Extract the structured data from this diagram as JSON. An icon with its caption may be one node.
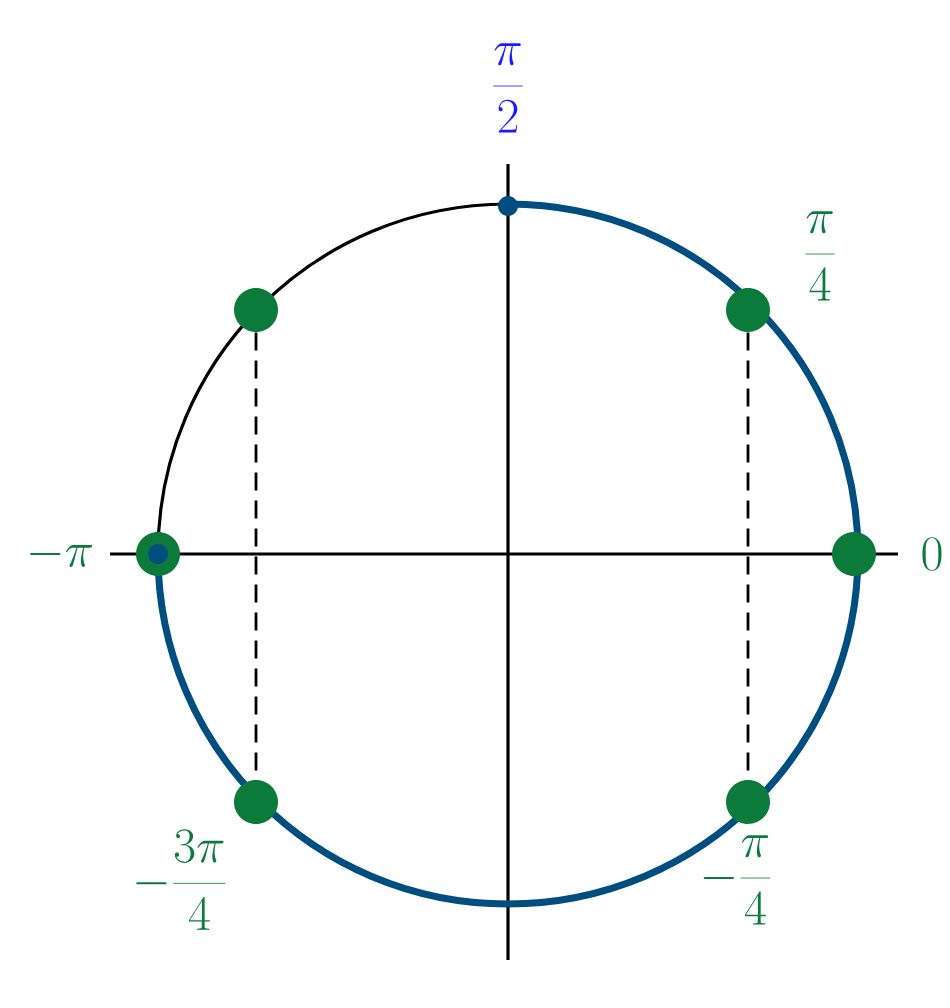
{
  "diagram": {
    "nodes": [
      {
        "text": [],
        "shape": "circle",
        "beside": [
          "\\frac{\\pi}{2}"
        ]
      },
      {
        "text": [],
        "shape": "circle"
      },
      {
        "text": [],
        "shape": "circle",
        "beside": [
          "\\frac{\\pi}{4}"
        ]
      },
      {
        "text": [],
        "shape": "circle",
        "beside": [
          "-\\pi"
        ]
      },
      {
        "text": [],
        "shape": "circle",
        "beside": [
          "0"
        ]
      },
      {
        "text": [],
        "shape": "circle",
        "beside": [
          "-\\frac{3\\pi}{4}"
        ]
      },
      {
        "text": [],
        "shape": "circle",
        "beside": [
          "-\\frac{\\pi}{4}"
        ]
      }
    ],
    "edges": [
      {
        "from": 1,
        "to": 5,
        "arrow": "none",
        "style": "dashed"
      },
      {
        "from": 2,
        "to": 6,
        "arrow": "none",
        "style": "dashed"
      }
    ]
  }
}
